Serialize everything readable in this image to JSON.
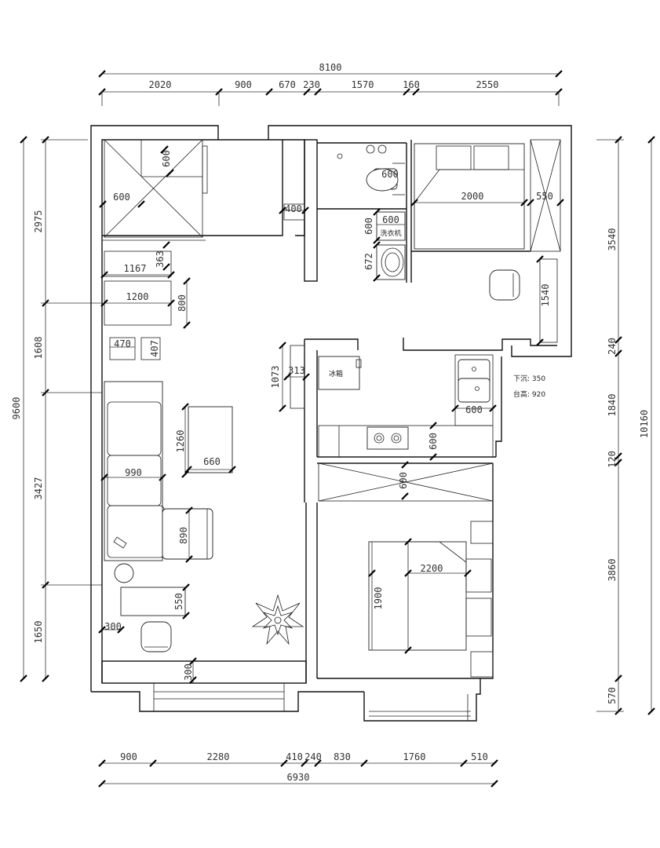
{
  "top_dims": {
    "total": "8100",
    "segments": [
      "2020",
      "900",
      "670",
      "230",
      "1570",
      "160",
      "2550"
    ]
  },
  "bottom_dims": {
    "total": "6930",
    "segments": [
      "900",
      "2280",
      "410",
      "240",
      "830",
      "1760",
      "510"
    ]
  },
  "left_dims": {
    "total": "9600",
    "segments": [
      "2975",
      "1608",
      "3427",
      "1650"
    ]
  },
  "right_dims": {
    "total": "10160",
    "segments": [
      "3540",
      "240",
      "1840",
      "120",
      "3860",
      "570"
    ]
  },
  "interior_dims": {
    "wardrobe_depth": "600",
    "wardrobe_top": "600",
    "cab_1167": "1167",
    "cab_363": "363",
    "cab_1200": "1200",
    "cab_800": "800",
    "side_470": "470",
    "side_407": "407",
    "hall_400": "400",
    "toilet_600": "600",
    "washer_600": "600",
    "basin_672": "672",
    "bed_2000": "2000",
    "ward_550": "550",
    "desk_1540": "1540",
    "fridge_1073": "1073",
    "fridge_313": "313",
    "counter_600": "600",
    "sink_600": "600",
    "table_1260": "1260",
    "table_660": "660",
    "sofa_990": "990",
    "sofa_890": "890",
    "desk_550": "550",
    "desk_300": "300",
    "balcony_300": "300",
    "master_ward_600": "600",
    "bed_2200": "2200",
    "bed_1900": "1900"
  },
  "labels": {
    "washer": "洗衣机",
    "fridge": "冰箱",
    "note_line1": "下沉: 350",
    "note_line2": "台高: 920"
  }
}
